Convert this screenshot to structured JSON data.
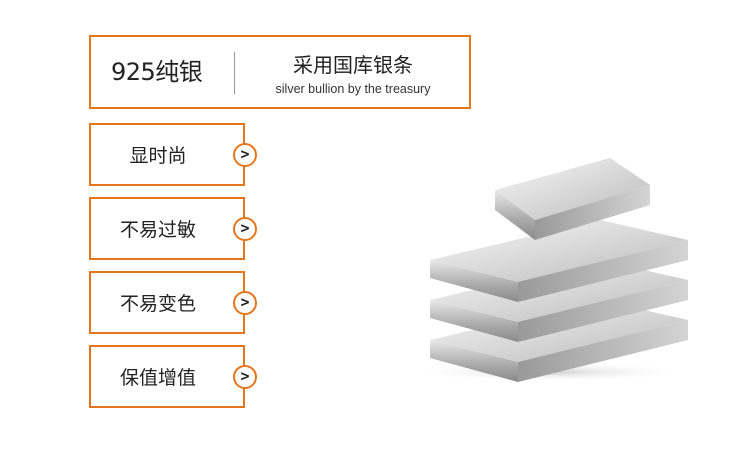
{
  "header": {
    "title": "925纯银",
    "subtitle_cn": "采用国库银条",
    "subtitle_en": "silver bullion by the treasury"
  },
  "features": [
    {
      "label": "显时尚",
      "arrow": ">"
    },
    {
      "label": "不易过敏",
      "arrow": ">"
    },
    {
      "label": "不易变色",
      "arrow": ">"
    },
    {
      "label": "保值增值",
      "arrow": ">"
    }
  ],
  "image": {
    "icon": "silver-bars-image"
  },
  "colors": {
    "accent": "#e5761e",
    "text": "#222222",
    "background": "#ffffff"
  }
}
